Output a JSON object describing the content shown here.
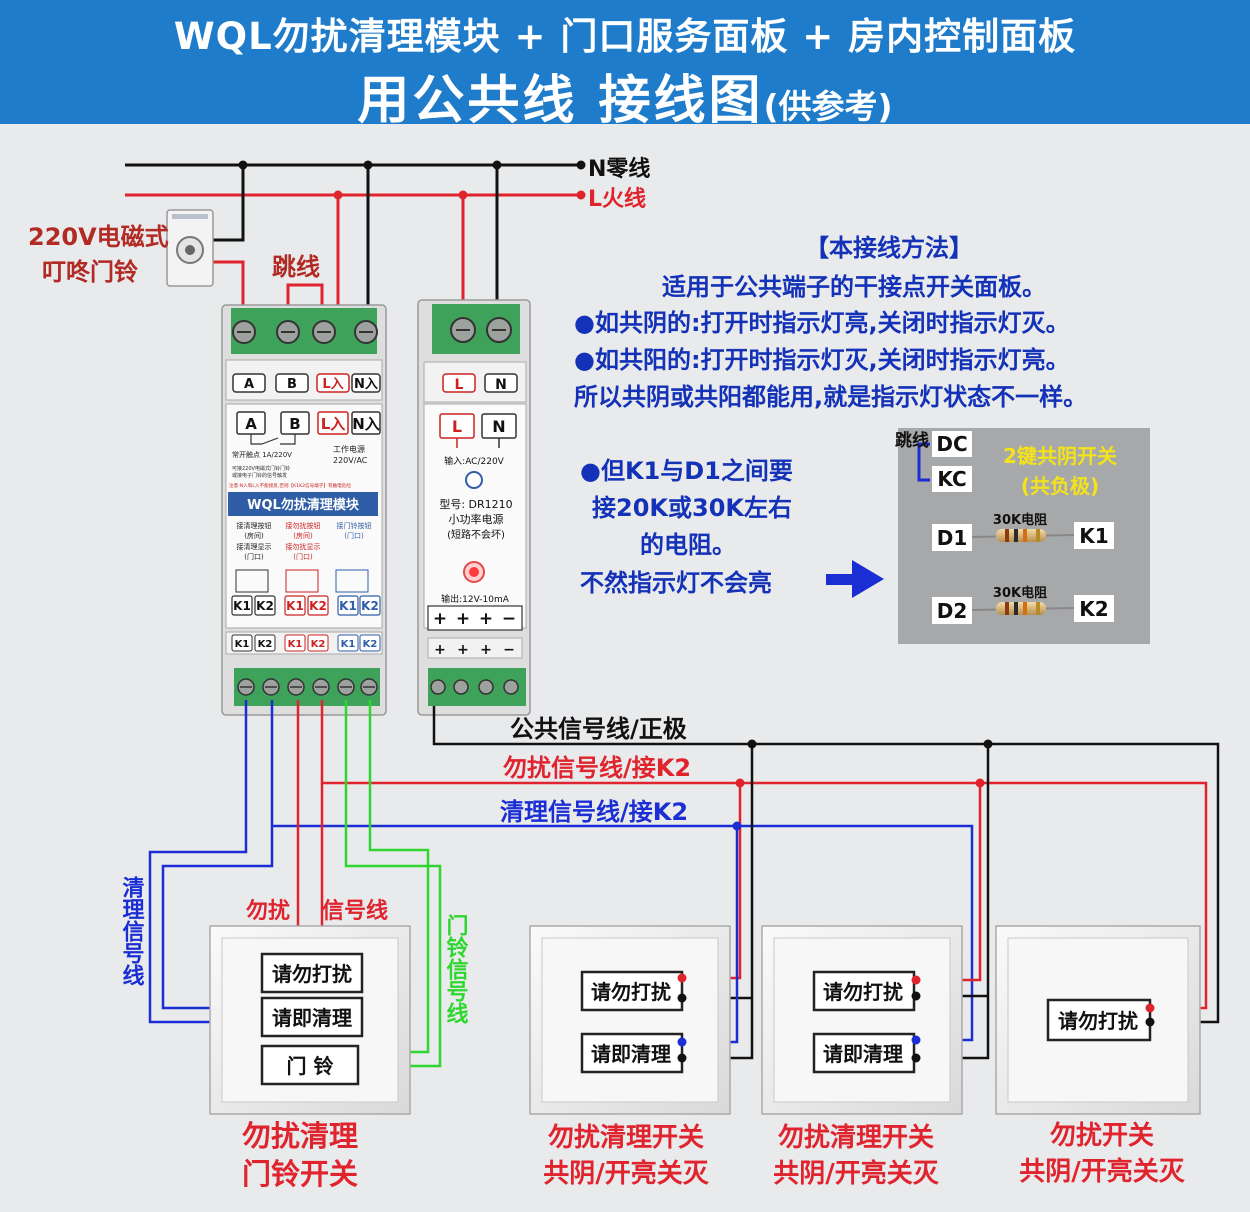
{
  "header": {
    "title_line1": "WQL勿扰清理模块 + 门口服务面板 + 房内控制面板",
    "title_line2": "用公共线 接线图",
    "title_note": "(供参考)"
  },
  "bus": {
    "neutral": "N零线",
    "live": "L火线"
  },
  "doorbell": {
    "label_line1": "220V电磁式",
    "label_line2": "叮咚门铃"
  },
  "jumper_label": "跳线",
  "module": {
    "terminals_top": [
      "A",
      "B",
      "L入",
      "N入"
    ],
    "panel_terms": [
      "A",
      "B",
      "L入",
      "N入"
    ],
    "contact_note": "常开触点 1A/220V",
    "power_note_line1": "工作电源",
    "power_note_line2": "220V/AC",
    "small_note1": "可接220V电磁式门铃门铃",
    "small_note2": "或接电子门铃的信号触发",
    "warning": "注意:N入和L入不能接反,否则【K1K2信号端子】有触电危险",
    "name": "WQL勿扰清理模块",
    "groups": [
      {
        "line1": "接清理按钮",
        "line2": "(房间)",
        "line3": "接清理显示",
        "line4": "(门口)"
      },
      {
        "line1": "接勿扰按钮",
        "line2": "(房间)",
        "line3": "接勿扰显示",
        "line4": "(门口)"
      },
      {
        "line1": "接门铃按钮",
        "line2": "(门口)",
        "line3": "",
        "line4": ""
      }
    ],
    "k_labels": [
      "K1",
      "K2",
      "K1",
      "K2",
      "K1",
      "K2"
    ]
  },
  "psu": {
    "terminals_top": [
      "L",
      "N"
    ],
    "input_label": "输入:AC/220V",
    "model": "型号: DR1210",
    "name": "小功率电源",
    "short_note": "(短路不会坏)",
    "output_label": "输出:12V-10mA",
    "output_terms": [
      "+",
      "+",
      "+",
      "−"
    ]
  },
  "notes": {
    "title": "【本接线方法】",
    "line1": "适用于公共端子的干接点开关面板。",
    "line2": "●如共阴的:打开时指示灯亮,关闭时指示灯灭。",
    "line3": "●如共阳的:打开时指示灯灭,关闭时指示灯亮。",
    "line4": "所以共阴或共阳都能用,就是指示灯状态不一样。"
  },
  "resistor_note": {
    "line1": "●但K1与D1之间要",
    "line2": "接20K或30K左右",
    "line3": "的电阻。",
    "line4": "不然指示灯不会亮"
  },
  "inset": {
    "jumper": "跳线",
    "dc": "DC",
    "kc": "KC",
    "title_line1": "2键共阴开关",
    "title_line2": "(共负极)",
    "d1": "D1",
    "k1": "K1",
    "d2": "D2",
    "k2": "K2",
    "resistor_label": "30K电阻"
  },
  "lines": {
    "common": "公共信号线/正极",
    "dnd": "勿扰信号线/接K2",
    "clean": "清理信号线/接K2"
  },
  "door_panel": {
    "wire_label_left": "勿扰",
    "wire_label_right": "信号线",
    "clean_vertical": "清理信号线",
    "bell_vertical": "门铃信号线",
    "buttons": [
      "请勿打扰",
      "请即清理",
      "门 铃"
    ],
    "caption_line1": "勿扰清理",
    "caption_line2": "门铃开关"
  },
  "room_panels": [
    {
      "buttons": [
        "请勿打扰",
        "请即清理"
      ],
      "caption_line1": "勿扰清理开关",
      "caption_line2": "共阴/开亮关灭"
    },
    {
      "buttons": [
        "请勿打扰",
        "请即清理"
      ],
      "caption_line1": "勿扰清理开关",
      "caption_line2": "共阴/开亮关灭"
    },
    {
      "buttons": [
        "请勿打扰"
      ],
      "caption_line1": "勿扰开关",
      "caption_line2": "共阴/开亮关灭"
    }
  ],
  "colors": {
    "header_bg": "#1f7ccb",
    "wire_black": "#111111",
    "wire_red": "#e0242e",
    "wire_blue": "#1a2ed4",
    "wire_green": "#2fd62f",
    "terminal_green": "#3fa25a",
    "note_blue": "#1432b8",
    "caption_red": "#e0242e",
    "inset_bg": "#a7a8aa",
    "inset_yellow": "#f4e21a"
  }
}
